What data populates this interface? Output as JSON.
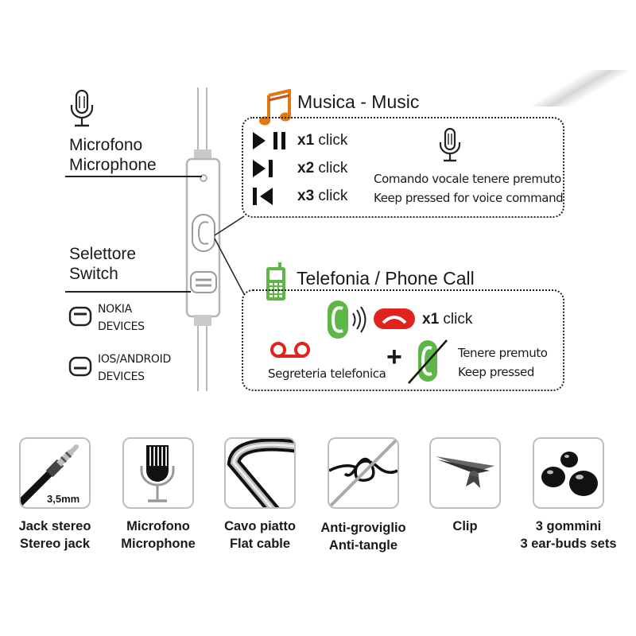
{
  "left": {
    "microphone_line1": "Microfono",
    "microphone_line2": "Microphone",
    "selector_line1": "Selettore",
    "selector_line2": "Switch",
    "nokia_line1": "NOKIA",
    "nokia_line2": "DEVICES",
    "ios_line1": "IOS/ANDROID",
    "ios_line2": "DEVICES"
  },
  "music": {
    "title": "Musica - Music",
    "rows": [
      {
        "count": "x1",
        "action": "click"
      },
      {
        "count": "x2",
        "action": "click"
      },
      {
        "count": "x3",
        "action": "click"
      }
    ],
    "voice_it": "Comando vocale tenere premuto",
    "voice_en": "Keep pressed for voice command"
  },
  "phone": {
    "title": "Telefonia / Phone Call",
    "count": "x1",
    "action": "click",
    "voicemail": "Segreteria telefonica",
    "plus": "+",
    "hold_it": "Tenere premuto",
    "hold_en": "Keep pressed"
  },
  "features": [
    {
      "line1": "Jack stereo",
      "line2": "Stereo jack",
      "badge": "3,5mm"
    },
    {
      "line1": "Microfono",
      "line2": "Microphone"
    },
    {
      "line1": "Cavo piatto",
      "line2": "Flat cable"
    },
    {
      "line1": "Anti-groviglio",
      "line2": "Anti-tangle"
    },
    {
      "line1": "Clip",
      "line2": ""
    },
    {
      "line1": "3 gommini",
      "line2": "3 ear-buds sets"
    }
  ],
  "colors": {
    "music_note": "#e07a10",
    "phone_green": "#5db646",
    "phone_red": "#e0231f"
  }
}
